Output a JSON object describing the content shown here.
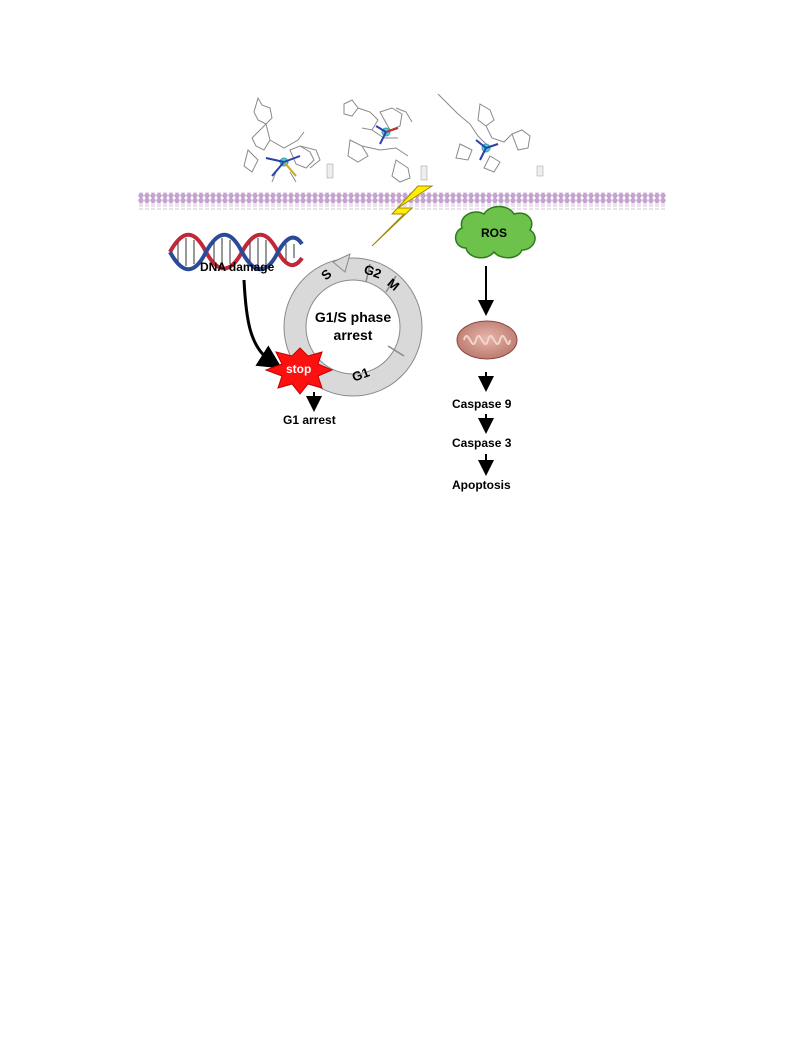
{
  "labels": {
    "dna_damage": "DNA damage",
    "stop": "stop",
    "g1_arrest": "G1 arrest",
    "ros": "ROS",
    "caspase9": "Caspase 9",
    "caspase3": "Caspase 3",
    "apoptosis": "Apoptosis"
  },
  "cell_cycle": {
    "center_line1": "G1/S phase",
    "center_line2": "arrest",
    "phase_s": "S",
    "phase_g2": "G2",
    "phase_m": "M",
    "phase_g1": "G1"
  },
  "colors": {
    "membrane": "#c7a9cf",
    "ros_cloud": "#6cc24a",
    "stop_burst": "#ff1010",
    "lightning": "#ffee00",
    "dna_red": "#c0283a",
    "dna_blue": "#2a4a9a",
    "mitochondrion": "#d99a8c"
  }
}
